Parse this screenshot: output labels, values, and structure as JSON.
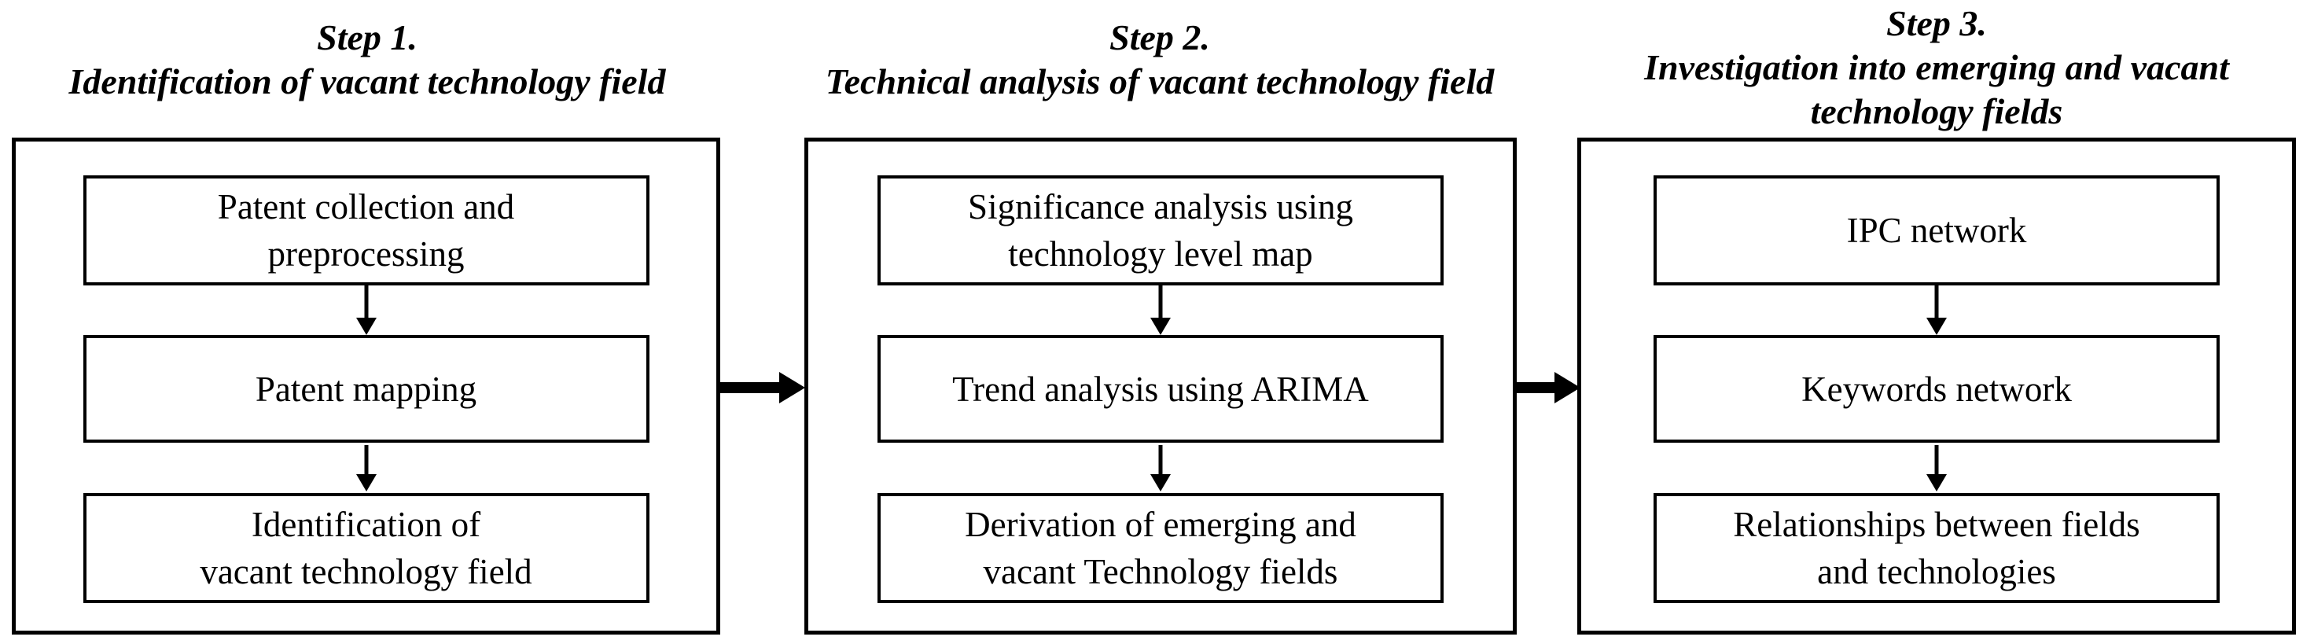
{
  "colors": {
    "background": "#ffffff",
    "line": "#000000",
    "text": "#000000"
  },
  "columns": [
    {
      "header": {
        "lines": [
          "Step 1.",
          "Identification of vacant technology field"
        ]
      },
      "boxes": [
        {
          "lines": [
            "Patent collection and",
            "preprocessing"
          ]
        },
        {
          "lines": [
            "Patent mapping"
          ]
        },
        {
          "lines": [
            "Identification of",
            "vacant technology field"
          ]
        }
      ]
    },
    {
      "header": {
        "lines": [
          "Step 2.",
          "Technical analysis of vacant technology field"
        ]
      },
      "boxes": [
        {
          "lines": [
            "Significance analysis using",
            "technology level map"
          ]
        },
        {
          "lines": [
            "Trend analysis using ARIMA"
          ]
        },
        {
          "lines": [
            "Derivation of emerging and",
            "vacant Technology fields"
          ]
        }
      ]
    },
    {
      "header": {
        "lines": [
          "Step 3.",
          "Investigation into emerging and vacant",
          "technology fields"
        ]
      },
      "boxes": [
        {
          "lines": [
            "IPC network"
          ]
        },
        {
          "lines": [
            "Keywords network"
          ]
        },
        {
          "lines": [
            "Relationships between fields",
            "and technologies"
          ]
        }
      ]
    }
  ]
}
